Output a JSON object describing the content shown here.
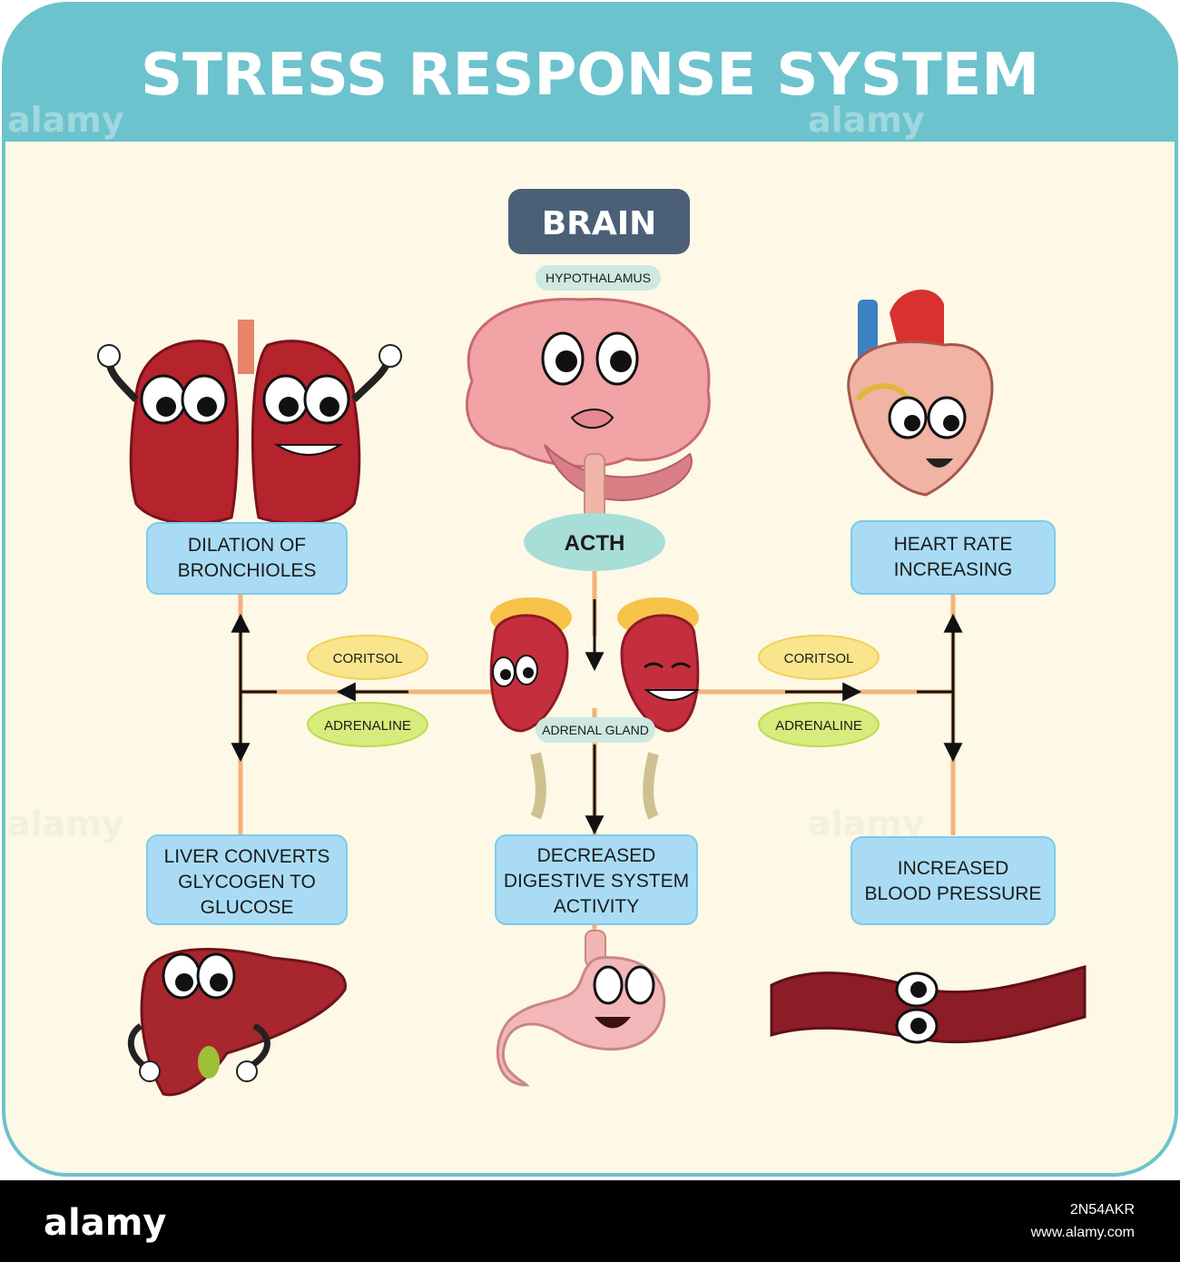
{
  "title": "STRESS RESPONSE SYSTEM",
  "brain_label": "BRAIN",
  "hypothalamus_label": "HYPOTHALAMUS",
  "acth_label": "ACTH",
  "adrenal_gland_label": "ADRENAL GLAND",
  "left_hormones": {
    "coritsol": "CORITSOL",
    "adrenaline": "ADRENALINE"
  },
  "right_hormones": {
    "coritsol": "CORITSOL",
    "adrenaline": "ADRENALINE"
  },
  "boxes": {
    "bronchioles": [
      "DILATION OF",
      "BRONCHIOLES"
    ],
    "heart": [
      "HEART RATE",
      "INCREASING"
    ],
    "liver": [
      "LIVER CONVERTS",
      "GLYCOGEN TO",
      "GLUCOSE"
    ],
    "digestive": [
      "DECREASED",
      "DIGESTIVE SYSTEM",
      "ACTIVITY"
    ],
    "blood": [
      "INCREASED",
      "BLOOD PRESSURE"
    ]
  },
  "footer": {
    "logo": "alamy",
    "image_id": "2N54AKR",
    "url": "www.alamy.com"
  },
  "watermark": "alamy",
  "colors": {
    "header": "#6cc3cd",
    "panel": "#fdf9e6",
    "box": "#a9dcf4",
    "box_border": "#7ecbea",
    "line": "#f3b27a",
    "brain_badge": "#4b5f77",
    "acth_pill": "#a8ded8",
    "coritsol_pill": "#f8e58c",
    "adrenaline_pill": "#d7ec7c",
    "footer": "#000000"
  }
}
